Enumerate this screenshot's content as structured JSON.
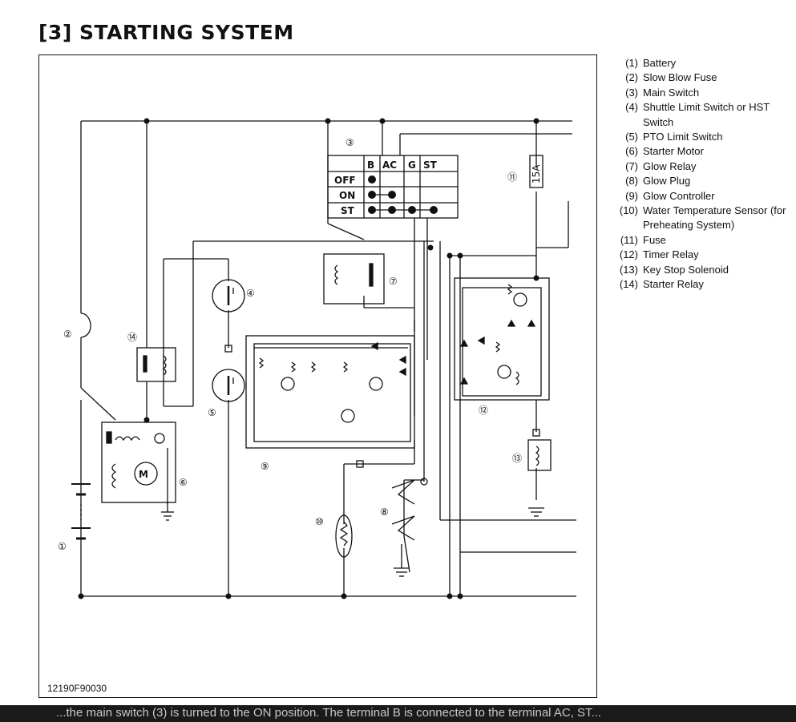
{
  "title": "[3] STARTING SYSTEM",
  "figure_code": "12190F90030",
  "legend": [
    {
      "num": "(1)",
      "text": "Battery"
    },
    {
      "num": "(2)",
      "text": "Slow Blow Fuse"
    },
    {
      "num": "(3)",
      "text": "Main Switch"
    },
    {
      "num": "(4)",
      "text": "Shuttle Limit Switch or HST Switch"
    },
    {
      "num": "(5)",
      "text": "PTO Limit Switch"
    },
    {
      "num": "(6)",
      "text": "Starter Motor"
    },
    {
      "num": "(7)",
      "text": "Glow Relay"
    },
    {
      "num": "(8)",
      "text": "Glow Plug"
    },
    {
      "num": "(9)",
      "text": "Glow Controller"
    },
    {
      "num": "(10)",
      "text": "Water Temperature Sensor (for Preheating System)"
    },
    {
      "num": "(11)",
      "text": "Fuse"
    },
    {
      "num": "(12)",
      "text": "Timer Relay"
    },
    {
      "num": "(13)",
      "text": "Key Stop Solenoid"
    },
    {
      "num": "(14)",
      "text": "Starter Relay"
    }
  ],
  "diagram": {
    "callouts": {
      "c1": "①",
      "c2": "②",
      "c3": "③",
      "c4": "④",
      "c5": "⑤",
      "c6": "⑥",
      "c7": "⑦",
      "c8": "⑧",
      "c9": "⑨",
      "c10": "⑩",
      "c11": "⑪",
      "c12": "⑫",
      "c13": "⑬",
      "c14": "⑭"
    },
    "fuse_rating": "15A",
    "motor_symbol": "M",
    "switch_table": {
      "headers": [
        "B",
        "AC",
        "G",
        "ST"
      ],
      "rows": [
        "OFF",
        "ON",
        "ST"
      ]
    }
  },
  "bottom_text": "...the main switch (3) is turned to the ON position. The terminal B is connected to the terminal AC, ST..."
}
